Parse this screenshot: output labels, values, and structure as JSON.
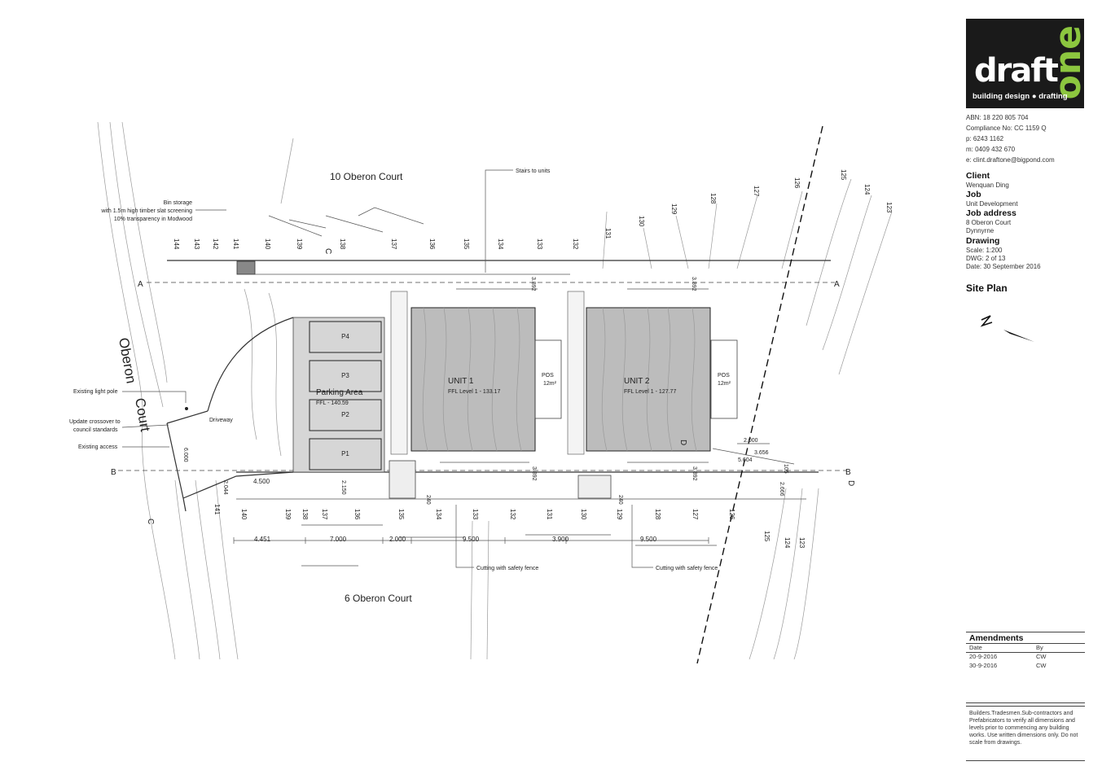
{
  "drawing": {
    "neighbours": {
      "north": "10 Oberon Court",
      "south": "6 Oberon Court"
    },
    "street": {
      "line1": "Oberon",
      "line2": "Court"
    },
    "units": [
      {
        "name": "UNIT  1",
        "ffl": "FFL Level 1 - 133.17",
        "pos_label": "POS",
        "pos_area": "12m²"
      },
      {
        "name": "UNIT  2",
        "ffl": "FFL Level 1 - 127.77",
        "pos_label": "POS",
        "pos_area": "12m²"
      }
    ],
    "parking": {
      "title": "Parking Area",
      "ffl": "FFL - 140.59",
      "bays": [
        "P4",
        "P3",
        "P2",
        "P1"
      ]
    },
    "annotations": {
      "bin_storage": [
        "Bin storage",
        "with 1.5m high timber slat screening",
        "10% transparency in Modwood"
      ],
      "stairs": "Stairs to units",
      "light_pole": "Existing light pole",
      "crossover": [
        "Update crossover to",
        "council standards"
      ],
      "access": "Existing access",
      "driveway": "Driveway",
      "cutting1": "Cutting with safety fence",
      "cutting2": "Cutting with safety fence"
    },
    "section_markers": {
      "a": "A",
      "b": "B",
      "c": "C",
      "d": "D"
    },
    "top_contours": [
      "144",
      "143",
      "142",
      "141",
      "140",
      "139",
      "138",
      "137",
      "136",
      "135",
      "134",
      "133",
      "132",
      "131",
      "130",
      "129",
      "128",
      "127",
      "126",
      "125",
      "124",
      "123"
    ],
    "bottom_contours": [
      "141",
      "140",
      "139",
      "138",
      "137",
      "136",
      "135",
      "134",
      "133",
      "132",
      "131",
      "130",
      "129",
      "128",
      "127",
      "126",
      "125",
      "124",
      "123"
    ],
    "dimensions": {
      "bottom_chain": [
        "4.451",
        "7.000",
        "2.000",
        "9.500",
        "3.900",
        "9.500"
      ],
      "setback_a1": "3.892",
      "setback_a2": "3.892",
      "setback_b1": "3.892",
      "setback_b2": "3.892",
      "d_2000": "2.000",
      "d_3656": "3.656",
      "d_5604": "5.604",
      "d_2666": "2.666",
      "d_105": "105",
      "drive_6000": "6.000",
      "drive_2044": "2.044",
      "drive_4500": "4.500",
      "drive_2150": "2.150",
      "d_240a": "240",
      "d_240b": "240"
    }
  },
  "title_block": {
    "logo": {
      "word": "draft",
      "word2": "one",
      "tagline": "building design ● drafting"
    },
    "company": [
      "ABN: 18 220 805 704",
      "Compliance No:  CC 1159 Q",
      "p:   6243 1162",
      "m:  0409 432 670",
      "e:   clint.draftone@bigpond.com"
    ],
    "client_label": "Client",
    "client": "Wenquan Ding",
    "job_label": "Job",
    "job": "Unit Development",
    "address_label": "Job address",
    "address": [
      "8 Oberon Court",
      "Dynnyrne"
    ],
    "drawing_label": "Drawing",
    "drawing_info": [
      "Scale: 1:200",
      "DWG: 2 of 13",
      "Date:  30 September 2016"
    ],
    "plan_title": "Site Plan",
    "amendments": {
      "title": "Amendments",
      "headers": [
        "Date",
        "By"
      ],
      "rows": [
        [
          "20-9-2016",
          "CW"
        ],
        [
          "30-9-2016",
          "CW"
        ]
      ]
    },
    "note": "Builders.Tradesmen.Sub-contractors and Prefabricators to verify all dimensions and levels prior to commencing any building works. Use written dimensions only. Do not scale from drawings."
  }
}
